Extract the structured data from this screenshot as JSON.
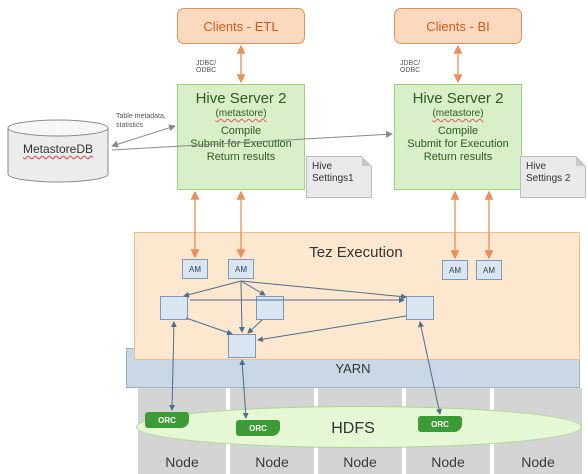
{
  "clients": {
    "etl": "Clients - ETL",
    "bi": "Clients - BI"
  },
  "protocol_label": "JDBC/ ODBC",
  "hive_servers": [
    {
      "title": "Hive Server 2",
      "subtitle": "(metastore)",
      "line1": "Compile",
      "line2": "Submit for Execution",
      "line3": "Return results"
    },
    {
      "title": "Hive Server 2",
      "subtitle": "(metastore)",
      "line1": "Compile",
      "line2": "Submit for Execution",
      "line3": "Return results"
    }
  ],
  "settings": [
    {
      "line1": "Hive",
      "line2": "Settings1"
    },
    {
      "line1": "Hive",
      "line2": "Settings 2"
    }
  ],
  "metastore": {
    "label": "MetastoreDB",
    "edge_line1": "Table metadata,",
    "edge_line2": "statistics"
  },
  "tez": {
    "title": "Tez Execution",
    "am_label": "AM"
  },
  "yarn": {
    "label": "YARN"
  },
  "hdfs": {
    "label": "HDFS",
    "orc_label": "ORC"
  },
  "nodes": [
    "Node",
    "Node",
    "Node",
    "Node",
    "Node"
  ],
  "colors": {
    "client_fill": "#fbd9bf",
    "client_text": "#d25a1c",
    "hive_fill": "#d8efc9",
    "tez_fill": "#fde7cf",
    "am_fill": "#d9e6f2",
    "yarn_fill": "#c9d7e6",
    "hdfs_fill": "#e5f7d5",
    "orc_fill": "#3d9b35",
    "node_fill": "#d4d4d4",
    "arrow_orange": "#e9905a",
    "arrow_blue": "#4f6e8f"
  }
}
